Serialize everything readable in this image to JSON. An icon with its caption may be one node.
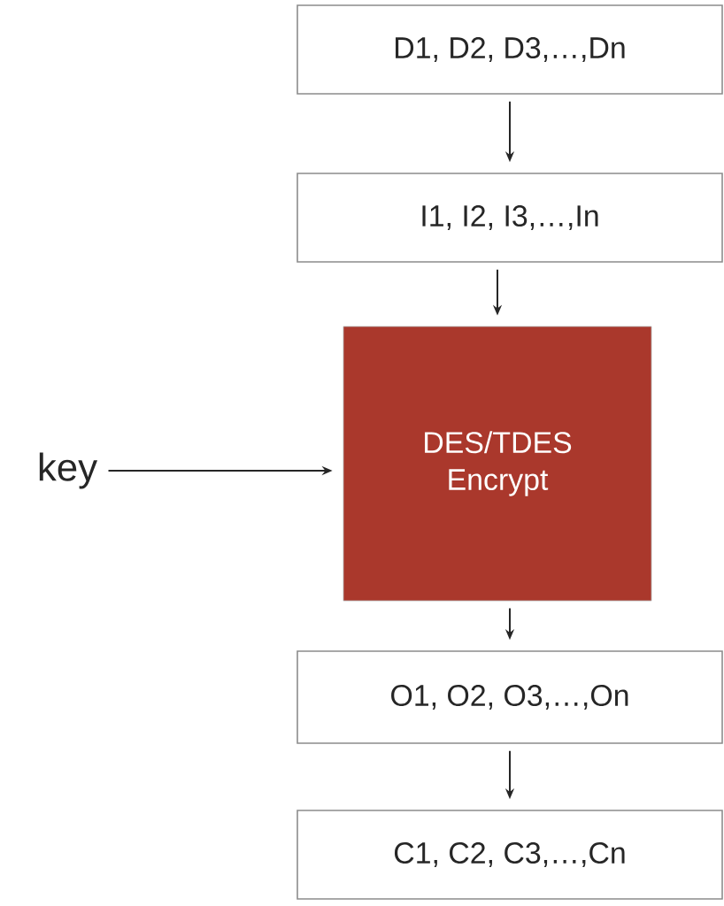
{
  "diagram": {
    "nodes": [
      {
        "text": [
          "D1, D2, D3,…,Dn"
        ]
      },
      {
        "text": [
          "I1, I2, I3,…,In"
        ]
      },
      {
        "text": [
          "DES/TDES Encrypt"
        ]
      },
      {
        "text": [
          "O1, O2, O3,…,On"
        ]
      },
      {
        "text": [
          "C1, C2, C3,…,Cn"
        ]
      },
      {
        "text": [
          "key"
        ]
      }
    ],
    "edges": [
      {
        "from": 0,
        "to": 1,
        "arrow": "to"
      },
      {
        "from": 1,
        "to": 2,
        "arrow": "to"
      },
      {
        "from": 5,
        "to": 2,
        "arrow": "to"
      },
      {
        "from": 2,
        "to": 3,
        "arrow": "to"
      },
      {
        "from": 3,
        "to": 4,
        "arrow": "to"
      }
    ]
  }
}
